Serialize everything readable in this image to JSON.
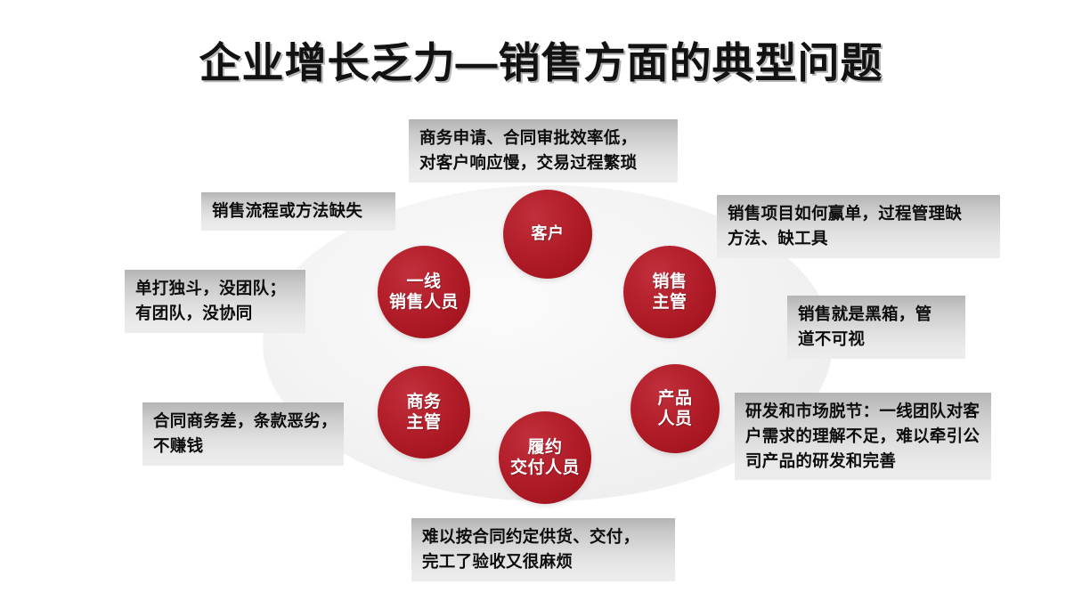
{
  "slide": {
    "title": "企业增长乏力—销售方面的典型问题",
    "background_color": "#ffffff",
    "accent_color": "#b31f2b",
    "callout_color": "#cccccc"
  },
  "roles": {
    "customer": {
      "name": "客户",
      "lines": [
        "客户"
      ]
    },
    "frontline": {
      "name": "一线销售人员",
      "lines": [
        "一线",
        "销售人员"
      ]
    },
    "sales_manager": {
      "name": "销售主管",
      "lines": [
        "销售",
        "主管"
      ]
    },
    "business_manager": {
      "name": "商务主管",
      "lines": [
        "商务",
        "主管"
      ]
    },
    "product_staff": {
      "name": "产品人员",
      "lines": [
        "产品",
        "人员"
      ]
    },
    "delivery_staff": {
      "name": "履约交付人员",
      "lines": [
        "履约",
        "交付人员"
      ]
    }
  },
  "callouts": {
    "top": {
      "text": "商务申请、合同审批效率低，对客户响应慢，交易过程繁琐",
      "lines": [
        "商务申请、合同审批效率低，",
        "对客户响应慢，交易过程繁琐"
      ]
    },
    "left_1": {
      "text": "销售流程或方法缺失",
      "lines": [
        "销售流程或方法缺失"
      ]
    },
    "left_2": {
      "text": "单打独斗，没团队；有团队，没协同",
      "lines": [
        "单打独斗，没团队；",
        "有团队，没协同"
      ]
    },
    "left_3": {
      "text": "合同商务差，条款恶劣，不赚钱",
      "lines": [
        "合同商务差，条款恶劣，",
        "不赚钱"
      ]
    },
    "right_1": {
      "text": "销售项目如何赢单，过程管理缺方法、缺工具",
      "lines": [
        "销售项目如何赢单，过程管理缺",
        "方法、缺工具"
      ]
    },
    "right_2": {
      "text": "销售就是黑箱，管道不可视",
      "lines": [
        "销售就是黑箱，管",
        "道不可视"
      ]
    },
    "right_3": {
      "text": "研发和市场脱节：一线团队对客户需求的理解不足，难以牵引公司产品的研发和完善",
      "lines": [
        "研发和市场脱节：一线团队对客",
        "户需求的理解不足，难以牵引公",
        "司产品的研发和完善"
      ]
    },
    "bottom": {
      "text": "难以按合同约定供货、交付，完工了验收又很麻烦",
      "lines": [
        "难以按合同约定供货、交付，",
        "完工了验收又很麻烦"
      ]
    }
  }
}
